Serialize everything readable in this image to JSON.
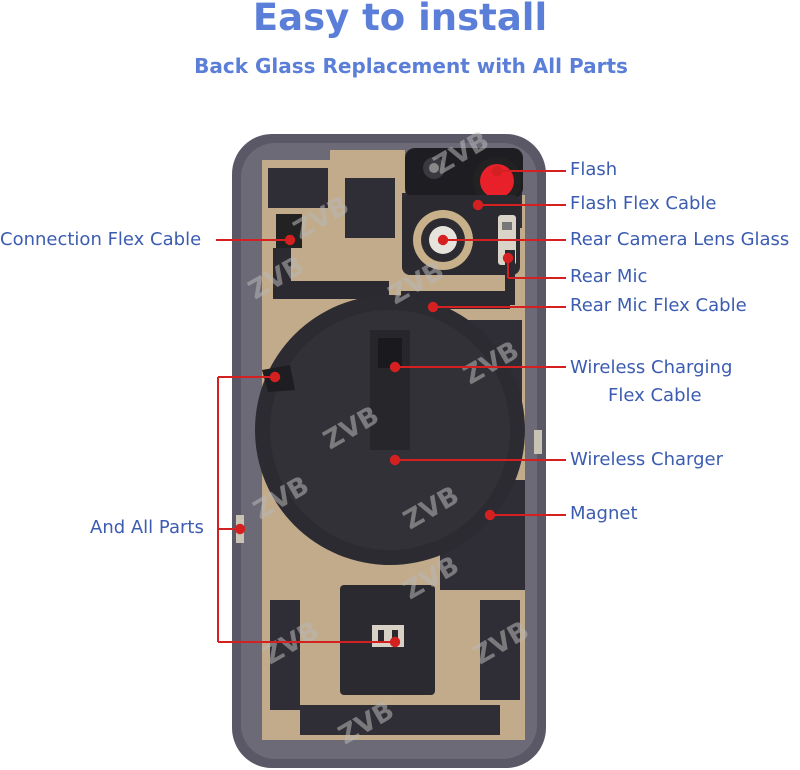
{
  "header": {
    "title": "Easy to install",
    "subtitle": "Back Glass Replacement with All Parts"
  },
  "watermark": "ZVB",
  "labels": {
    "flash": "Flash",
    "flash_flex_cable": "Flash Flex Cable",
    "connection_flex_cable": "Connection Flex Cable",
    "rear_camera_lens_glass": "Rear Camera Lens Glass",
    "rear_mic": "Rear Mic",
    "rear_mic_flex_cable": "Rear Mic Flex Cable",
    "wireless_charging_line1": "Wireless Charging",
    "wireless_charging_line2": "Flex Cable",
    "wireless_charger": "Wireless Charger",
    "magnet": "Magnet",
    "and_all_parts": "And All Parts"
  },
  "colors": {
    "title": "#5b7fd8",
    "label": "#3b5cb0",
    "callout": "#d42020",
    "frame": "#5a5866",
    "plate": "#c2ab8a",
    "parts": "#2c2c32"
  }
}
